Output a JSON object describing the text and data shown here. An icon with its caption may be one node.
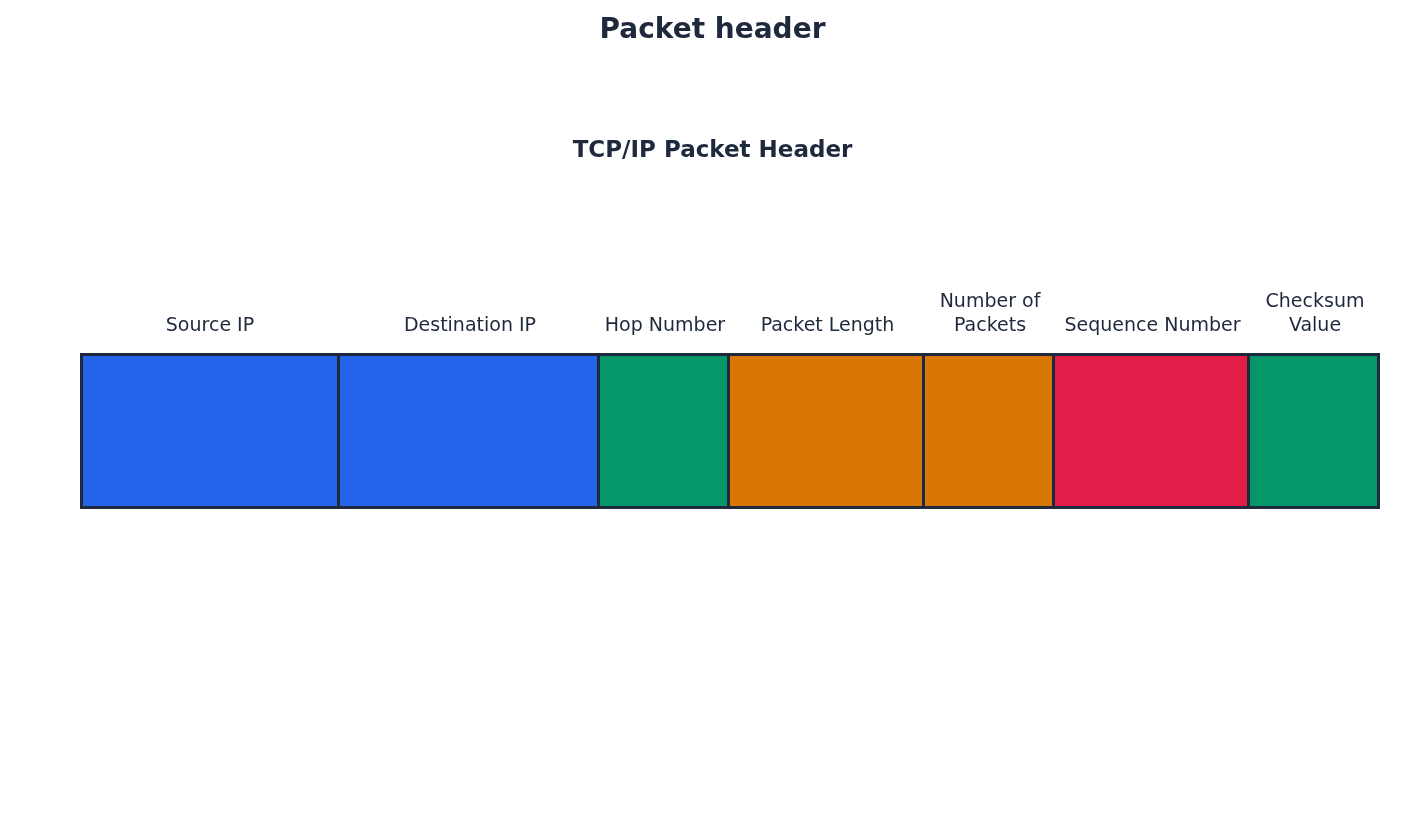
{
  "diagram": {
    "title": "Packet header",
    "nodes": [
      {
        "text": [
          "Source IP"
        ]
      },
      {
        "text": [
          "Destination IP"
        ]
      },
      {
        "text": [
          "Hop Number"
        ]
      },
      {
        "text": [
          "Packet Length"
        ]
      },
      {
        "text": [
          "Number of Packets"
        ]
      },
      {
        "text": [
          "Sequence Number"
        ]
      },
      {
        "text": [
          "Checksum Value"
        ]
      }
    ],
    "labels": [
      "TCP/IP Packet Header"
    ]
  }
}
